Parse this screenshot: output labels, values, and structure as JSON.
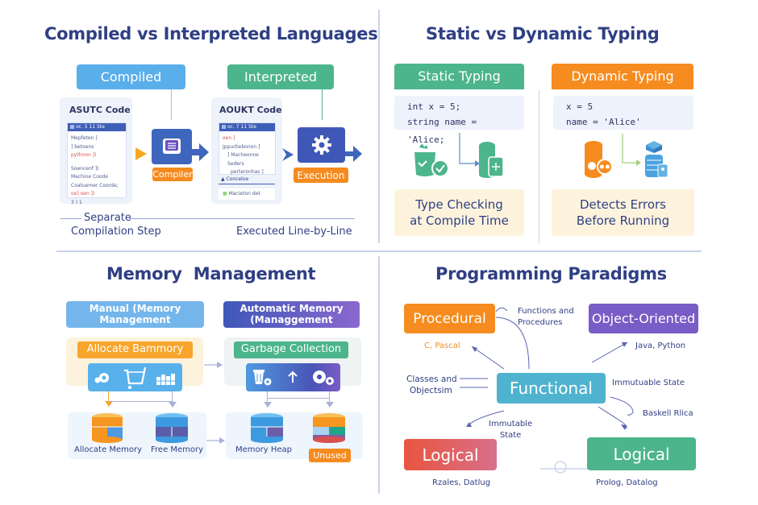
{
  "sections": {
    "compiled_vs_interpreted": {
      "title": "Compiled vs Interpreted Languages",
      "compiled_label": "Compiled",
      "interpreted_label": "Interpreted",
      "compiled_source": {
        "title": "ASUTC Code",
        "header": "oc.    5 11 Ste",
        "lines": [
          "Mepfeten ]",
          "] betoens",
          "pythnon ])",
          "",
          "Soencenf ])",
          "Machine Coode",
          "Coatuemer Coorde;",
          "oe] oen ])",
          "3 ) 1"
        ]
      },
      "compiler_label": "Compiler",
      "interpreted_source": {
        "title": "AOUKT Code",
        "header": "oc.    7 11 Ste",
        "lines": [
          "oen ]",
          "Jppurtiebonon ]",
          "] Macheonne Seders",
          "perteronhas ]"
        ],
        "item1": "Conceloe",
        "item2": "Macieton det"
      },
      "execution_label": "Execution",
      "caption_left_line1": "Separate",
      "caption_left_line2": "Compilation Step",
      "caption_right": "Executed Line-by-Line"
    },
    "static_vs_dynamic": {
      "title": "Static vs Dynamic Typing",
      "static": {
        "label": "Static Typing",
        "code": [
          "int x = 5;",
          "string name = 'Alice;"
        ],
        "note_line1": "Type Checking",
        "note_line2": "at Compile Time"
      },
      "dynamic": {
        "label": "Dynamic Typing",
        "code": [
          "x = 5",
          "name = 'Alice'"
        ],
        "note_line1": "Detects Errors",
        "note_line2": "Before Running"
      }
    },
    "memory_management": {
      "title": "Memory  Management",
      "manual_label_line1": "Manual (Memory",
      "manual_label_line2": "Management",
      "automatic_label_line1": "Automatic Memory",
      "automatic_label_line2": "(Managgement",
      "allocate_tag": "Allocate Bammory",
      "garbage_tag": "Garbage Collection",
      "allocate_memory": "Allocate Memory",
      "free_memory": "Free Memory",
      "memory_heap": "Memory Heap",
      "unused": "Unused"
    },
    "paradigms": {
      "title": "Programming Paradigms",
      "procedural": "Procedural",
      "object_oriented": "Object-Oriented",
      "functional": "Functional",
      "logical_left": "Logical",
      "logical_right": "Logical",
      "functions_note_line1": "Functions and",
      "functions_note_line2": "Procedures",
      "c_pascal": "C, Pascal",
      "java_python": "Java, Python",
      "classes_line1": "Classes and",
      "classes_line2": "Objectsim",
      "immutable_state_right": "Immutuable State",
      "baskell": "Baskell Rlica",
      "immutable_line1": "Immutable",
      "immutable_line2": "State",
      "rzales": "Rzales, Datlug",
      "prolog": "Prolog, Datalog"
    }
  },
  "colors": {
    "title": "#2f3f84",
    "blue": "#5aaeea",
    "green": "#4cb58c",
    "orange": "#f68c1f",
    "purple": "#7a5cc6",
    "teal": "#4fb3cf",
    "red": "#e8575a",
    "divider": "#c9d3ec"
  }
}
